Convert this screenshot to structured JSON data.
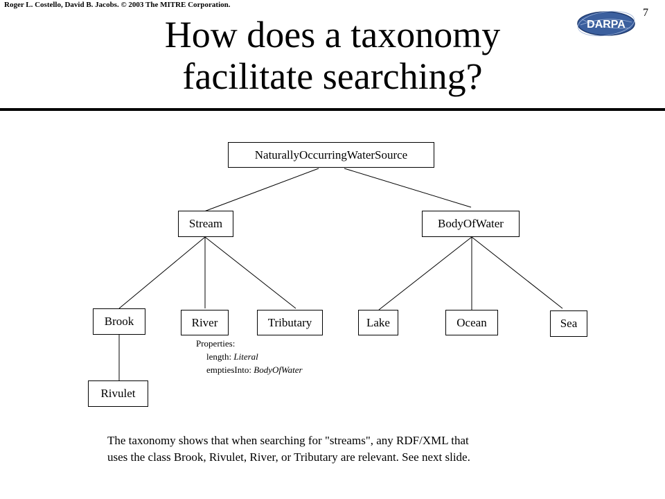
{
  "header": {
    "copyright": "Roger L. Costello, David B. Jacobs. © 2003 The MITRE Corporation.",
    "page_number": "7",
    "logo_text": "DARPA"
  },
  "title": {
    "line1": "How does a taxonomy",
    "line2": "facilitate searching?"
  },
  "taxonomy": {
    "root": "NaturallyOccurringWaterSource",
    "stream": "Stream",
    "body_of_water": "BodyOfWater",
    "brook": "Brook",
    "river": "River",
    "tributary": "Tributary",
    "lake": "Lake",
    "ocean": "Ocean",
    "sea": "Sea",
    "rivulet": "Rivulet"
  },
  "properties": {
    "heading": "Properties:",
    "length_key": "length: ",
    "length_value": "Literal",
    "empties_key": "emptiesInto: ",
    "empties_value": "BodyOfWater"
  },
  "caption": {
    "line1": "The taxonomy shows that when searching for \"streams\", any RDF/XML that",
    "line2": "uses the class Brook, Rivulet, River, or Tributary are relevant.  See next slide."
  },
  "colors": {
    "logo_fill": "#3b5f9e",
    "logo_text": "#ffffff"
  }
}
